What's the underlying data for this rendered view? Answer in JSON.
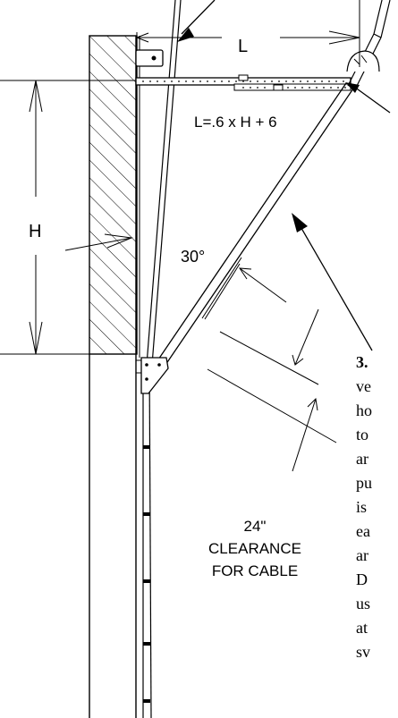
{
  "dimensions": {
    "length_label": "L",
    "height_label": "H",
    "formula": "L=.6 x H + 6",
    "angle": "30°"
  },
  "clearance": {
    "line1": "24\"",
    "line2": "CLEARANCE",
    "line3": "FOR CABLE"
  },
  "step_text": {
    "number": "3.",
    "fragments": [
      "ve",
      "ho",
      "to",
      "ar",
      "pu",
      "is",
      "ea",
      "ar",
      "D",
      "us",
      "at",
      "sv"
    ]
  }
}
